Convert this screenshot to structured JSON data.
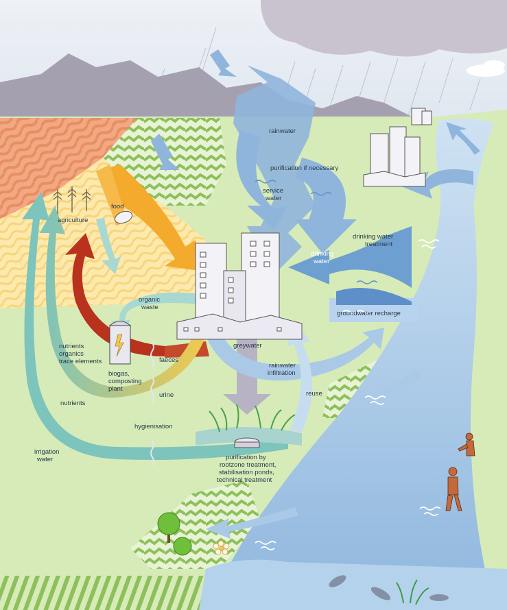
{
  "labels": {
    "rainwater": "rainwater",
    "purification": "purification if necessary",
    "service_water_1": "service",
    "service_water_2": "water",
    "drinking_water_treatment_1": "drinking water",
    "drinking_water_treatment_2": "treatment",
    "drinking_water_1": "drinking",
    "drinking_water_2": "water",
    "groundwater_recharge": "groundwater recharge",
    "agriculture": "agriculture",
    "food": "food",
    "organic_waste_1": "organic",
    "organic_waste_2": "waste",
    "nutrients_organics_1": "nutrients",
    "nutrients_organics_2": "organics",
    "nutrients_organics_3": "trace elements",
    "biogas_1": "biogas,",
    "biogas_2": "composting",
    "biogas_3": "plant",
    "faeces": "faeces",
    "greywater": "greywater",
    "rainwater_infiltration_1": "rainwater",
    "rainwater_infiltration_2": "infiltration",
    "urine": "urine",
    "reuse": "reuse",
    "nutrients": "nutrients",
    "hygienisation": "hygienisation",
    "irrigation_water_1": "irrigation",
    "irrigation_water_2": "water",
    "purification_by_1": "purification by",
    "purification_by_2": "rootzone treatment,",
    "purification_by_3": "stabilisation ponds,",
    "purification_by_4": "technical treatment"
  },
  "colors": {
    "sky": "#e6ecf2",
    "land": "#d6ebb8",
    "mountains": "#a5a0b0",
    "cloud": "#c9c3d0",
    "river": "#a9c9e6",
    "water_arrow": "#8fb5dc",
    "food_arrow": "#f4aa2c",
    "nutrient_arrow": "#b8321e",
    "teal_arrow": "#7cc4bc",
    "grey_arrow": "#b8b3c4",
    "field_orange": "#f2a983",
    "field_yellow": "#fce7a5",
    "field_green": "#8dc05a"
  }
}
